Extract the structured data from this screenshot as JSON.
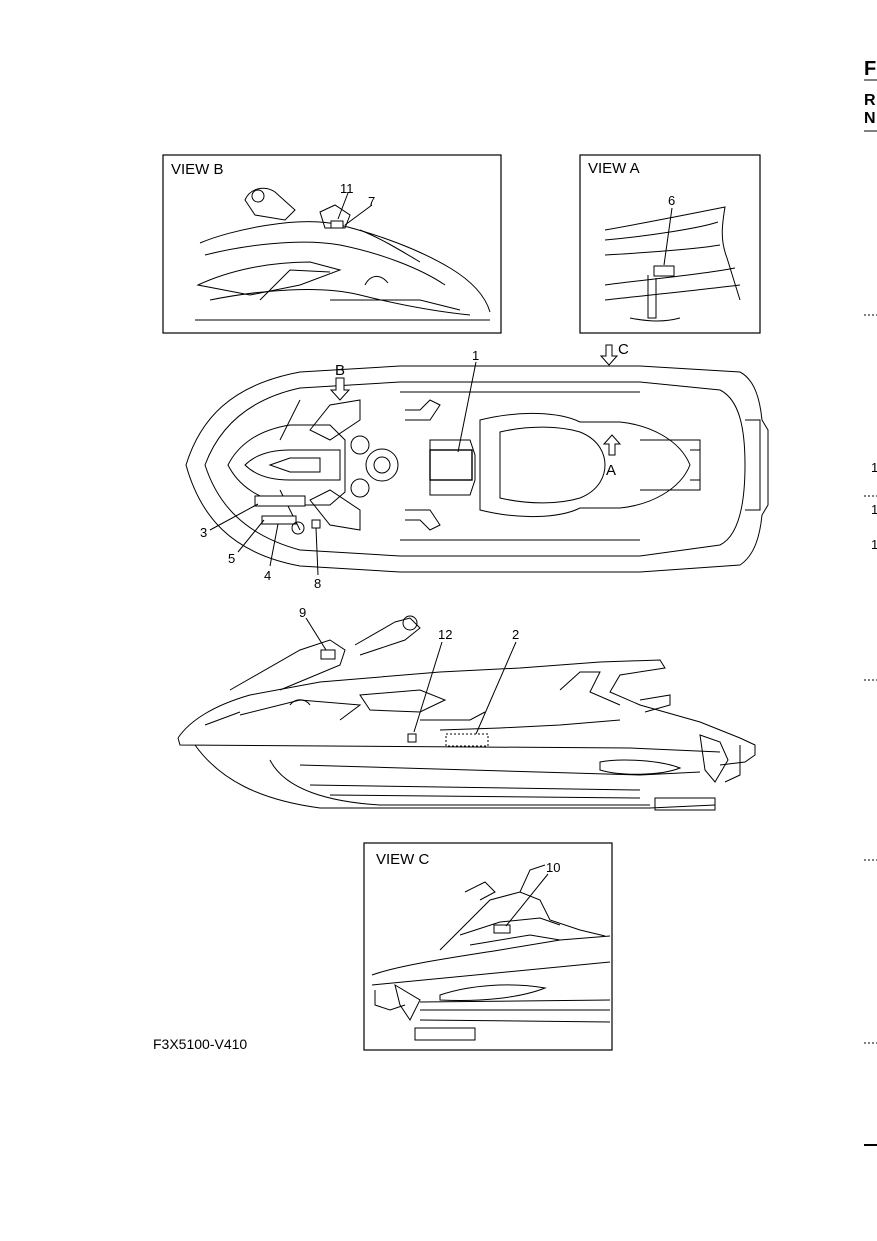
{
  "views": {
    "view_b": "VIEW B",
    "view_a": "VIEW A",
    "view_c": "VIEW C",
    "arrow_b": "B",
    "arrow_a": "A",
    "arrow_c": "C"
  },
  "callouts": [
    "1",
    "2",
    "3",
    "4",
    "5",
    "6",
    "7",
    "8",
    "9",
    "10",
    "11",
    "12"
  ],
  "figure_code": "F3X5100-V410",
  "right_edge": {
    "letters": [
      "F",
      "R",
      "N"
    ],
    "numbers": [
      "1",
      "1",
      "1"
    ]
  }
}
